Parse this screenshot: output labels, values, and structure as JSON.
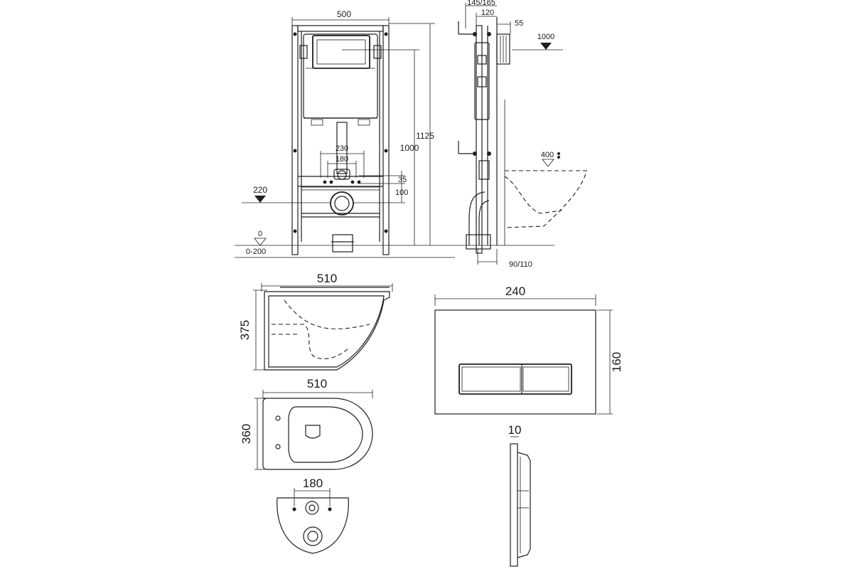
{
  "installation_front": {
    "width_label": "500",
    "height_label_outer": "1125",
    "height_label_inner": "1000",
    "pipe_spacing_outer": "230",
    "pipe_spacing_inner": "180",
    "dim_35": "35",
    "dim_100": "100",
    "level_220": "220",
    "level_0": "0",
    "range_floor": "0-200"
  },
  "installation_side": {
    "depth_label": "145/165",
    "depth_120": "120",
    "depth_55": "55",
    "level_1000": "1000",
    "level_400": "400",
    "outlet_label": "90/110"
  },
  "bowl_side": {
    "length_label": "510",
    "height_label": "375"
  },
  "bowl_top": {
    "length_label": "510",
    "width_label": "360"
  },
  "bowl_rear": {
    "spacing_label": "180"
  },
  "flush_plate": {
    "width_label": "240",
    "height_label": "160",
    "thickness_label": "10"
  },
  "colors": {
    "line": "#1f1f1f",
    "background": "#ffffff"
  }
}
